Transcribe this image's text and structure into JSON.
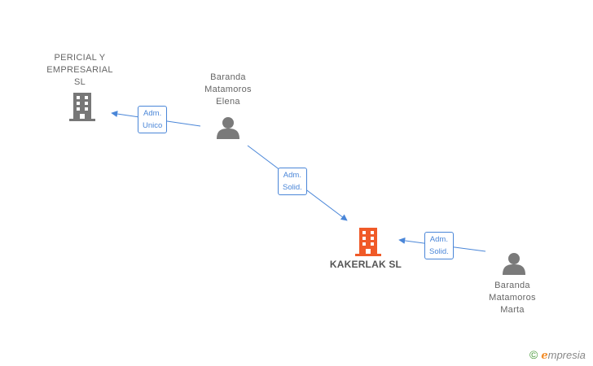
{
  "colors": {
    "company_gray": "#777777",
    "company_main": "#f05a28",
    "person": "#7a7a7a",
    "edge": "#4a86d8"
  },
  "nodes": {
    "pericial": {
      "lines": [
        "PERICIAL Y",
        "EMPRESARIAL",
        "SL"
      ],
      "icon": "building-icon"
    },
    "elena": {
      "lines": [
        "Baranda",
        "Matamoros",
        "Elena"
      ],
      "icon": "person-icon"
    },
    "kakerlak": {
      "label": "KAKERLAK SL",
      "icon": "building-icon"
    },
    "marta": {
      "lines": [
        "Baranda",
        "Matamoros",
        "Marta"
      ],
      "icon": "person-icon"
    }
  },
  "edges": [
    {
      "from": "elena",
      "to": "pericial",
      "label": [
        "Adm.",
        "Unico"
      ]
    },
    {
      "from": "elena",
      "to": "kakerlak",
      "label": [
        "Adm.",
        "Solid."
      ]
    },
    {
      "from": "marta",
      "to": "kakerlak",
      "label": [
        "Adm.",
        "Solid."
      ]
    }
  ],
  "brand": {
    "symbol": "©",
    "initial": "e",
    "rest": "mpresia"
  }
}
